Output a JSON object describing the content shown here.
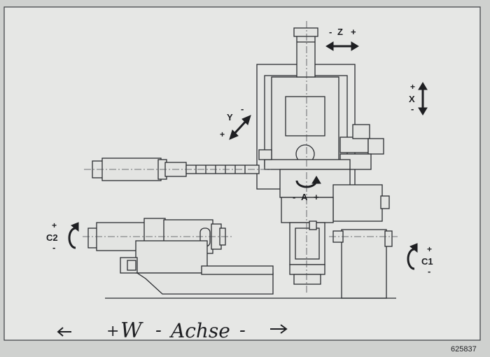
{
  "axes": {
    "z": {
      "label": "Z",
      "minus": "-",
      "plus": "+"
    },
    "x": {
      "label": "X",
      "minus": "-",
      "plus": "+"
    },
    "y": {
      "label": "Y",
      "minus": "-",
      "plus": "+"
    },
    "a": {
      "label": "A",
      "minus": "-",
      "plus": "+"
    },
    "c1": {
      "label": "C1",
      "minus": "-",
      "plus": "+"
    },
    "c2": {
      "label": "C2",
      "minus": "-",
      "plus": "+"
    }
  },
  "w_axis": {
    "plus": "+",
    "label": "W",
    "dash": "-",
    "word": "Achse",
    "trailing": "-"
  },
  "part_number": "625837"
}
